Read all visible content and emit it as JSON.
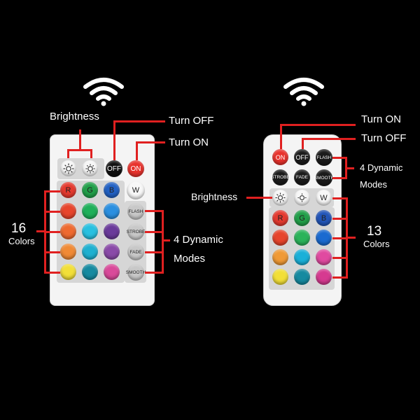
{
  "left": {
    "labels": {
      "brightness": "Brightness",
      "turn_off": "Turn OFF",
      "turn_on": "Turn ON",
      "colors_count": "16",
      "colors": "Colors",
      "dynamic": "4 Dynamic",
      "modes": "Modes"
    },
    "buttons": {
      "off": "OFF",
      "on": "ON",
      "r": "R",
      "g": "G",
      "b": "B",
      "w": "W",
      "flash": "FLASH",
      "strobe": "STROBE",
      "fade": "FADE",
      "smooth": "SMOOTH"
    }
  },
  "right": {
    "labels": {
      "turn_on": "Turn ON",
      "turn_off": "Turn OFF",
      "dynamic": "4 Dynamic",
      "modes": "Modes",
      "brightness": "Brightness",
      "colors_count": "13",
      "colors": "Colors"
    },
    "buttons": {
      "on": "ON",
      "off": "OFF",
      "flash": "FLASH",
      "strobe": "STROBE",
      "fade": "FADE",
      "smooth": "SMOOTH",
      "w": "W",
      "r": "R",
      "g": "G",
      "b": "B"
    }
  },
  "colors": {
    "accent_line": "#e02020",
    "background": "#000000",
    "remote_body": "#f4f4f4"
  }
}
